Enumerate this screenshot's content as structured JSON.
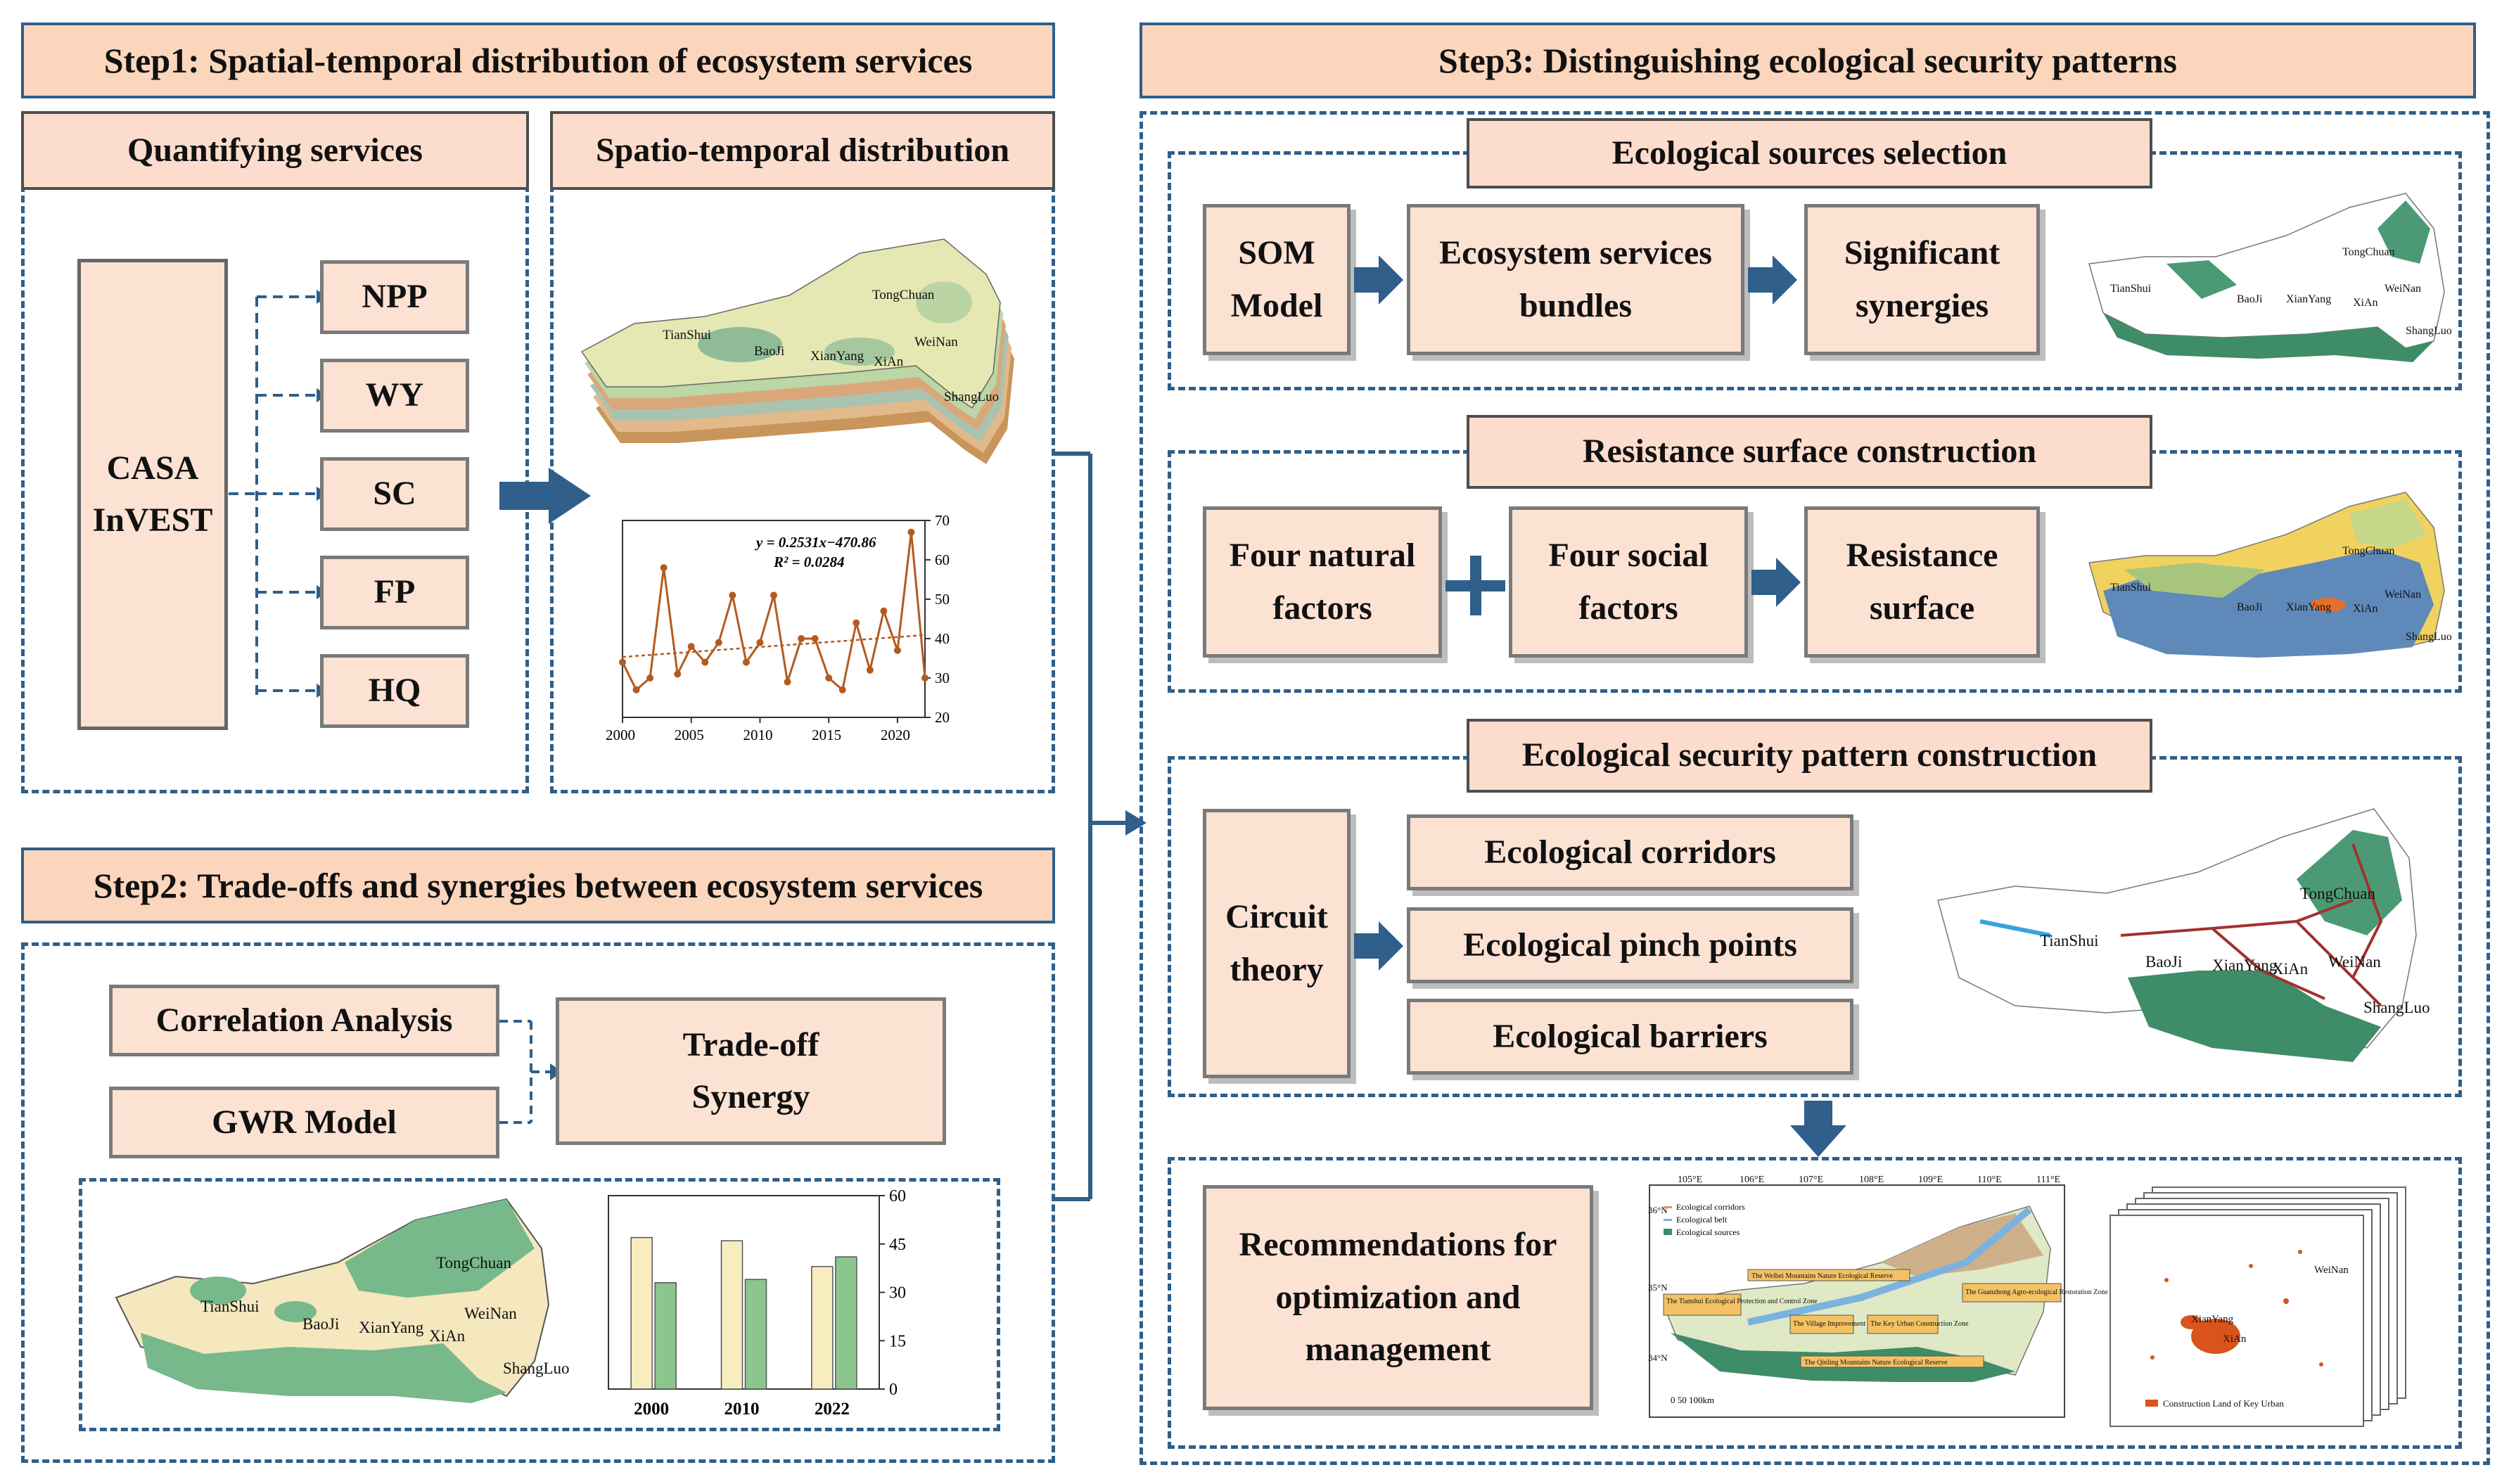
{
  "step1": {
    "title": "Step1: Spatial-temporal distribution of ecosystem services",
    "quantify_title": "Quantifying  services",
    "models": "CASA\nInVEST",
    "services": [
      "NPP",
      "WY",
      "SC",
      "FP",
      "HQ"
    ],
    "spatio_title": "Spatio-temporal distribution",
    "map_labels": [
      "TongChuan",
      "TianShui",
      "BaoJi",
      "WeiNan",
      "XianYang",
      "XiAn",
      "ShangLuo"
    ]
  },
  "trend_chart": {
    "chart_data": {
      "type": "line",
      "x": [
        2000,
        2001,
        2002,
        2003,
        2004,
        2005,
        2006,
        2007,
        2008,
        2009,
        2010,
        2011,
        2012,
        2013,
        2014,
        2015,
        2016,
        2017,
        2018,
        2019,
        2020,
        2021,
        2022
      ],
      "values": [
        34,
        27,
        30,
        58,
        31,
        38,
        34,
        39,
        51,
        34,
        39,
        51,
        29,
        40,
        40,
        30,
        27,
        44,
        32,
        47,
        37,
        67,
        30
      ],
      "trend": {
        "slope": 0.2531,
        "intercept": -470.86
      },
      "equation": "y = 0.2531x−470.86",
      "r2": "R² = 0.0284",
      "x_ticks": [
        "2000",
        "2005",
        "2010",
        "2015",
        "2020"
      ],
      "y_ticks": [
        "20",
        "30",
        "40",
        "50",
        "60",
        "70"
      ],
      "ylim": [
        20,
        70
      ],
      "xlim": [
        2000,
        2022
      ],
      "line_color": "#b35a1f"
    }
  },
  "step2": {
    "title": "Step2: Trade-offs and synergies between ecosystem services",
    "method1": "Correlation Analysis",
    "method2": "GWR Model",
    "result": "Trade-off\nSynergy",
    "map_labels": [
      "TongChuan",
      "TianShui",
      "BaoJi",
      "WeiNan",
      "XianYang",
      "XiAn",
      "ShangLuo"
    ]
  },
  "bar_chart": {
    "chart_data": {
      "type": "bar",
      "categories": [
        "2000",
        "2010",
        "2022"
      ],
      "series": [
        {
          "values": [
            47,
            46,
            38
          ],
          "color": "#f7edbf"
        },
        {
          "values": [
            33,
            34,
            41
          ],
          "color": "#8cc68d"
        }
      ],
      "y_ticks": [
        "0",
        "15",
        "30",
        "45",
        "60"
      ],
      "ylim": [
        0,
        60
      ]
    }
  },
  "step3": {
    "title": "Step3:  Distinguishing ecological security patterns",
    "sources_title": "Ecological sources selection",
    "som": "SOM\nModel",
    "bundles": "Ecosystem services\nbundles",
    "synergies": "Significant\nsynergies",
    "resistance_title": "Resistance surface construction",
    "natural": "Four natural\nfactors",
    "social": "Four social\nfactors",
    "surface": "Resistance\nsurface",
    "pattern_title": "Ecological security pattern construction",
    "circuit": "Circuit\ntheory",
    "corridors": "Ecological corridors",
    "pinch": "Ecological pinch points",
    "barriers": "Ecological barriers",
    "recommend": "Recommendations for\noptimization and\nmanagement",
    "map_labels": [
      "TongChuan",
      "TianShui",
      "BaoJi",
      "WeiNan",
      "XianYang",
      "XiAn",
      "ShangLuo"
    ],
    "rec_map": {
      "legend": [
        "Ecological corridors",
        "Ecological belt",
        "Ecological sources"
      ],
      "lon": [
        "105°E",
        "106°E",
        "107°E",
        "108°E",
        "109°E",
        "110°E",
        "111°E"
      ],
      "lat": [
        "36°N",
        "35°N",
        "34°N"
      ],
      "zones": [
        "The Weibei Mountains Nature Ecological Reserve",
        "The Tianshui Ecological Protection and Control Zone",
        "The Village Improvement Zone",
        "The Key Urban Construction Zone",
        "The Guanzhong Agro-ecological Restoration Zone",
        "The Qinling Mountains Nature Ecological Reserve"
      ],
      "scale": "0   50   100km"
    },
    "urban_map": {
      "labels": [
        "WeiNan",
        "XianYang",
        "XiAn"
      ],
      "legend": "Construction Land  of Key Urban"
    }
  }
}
